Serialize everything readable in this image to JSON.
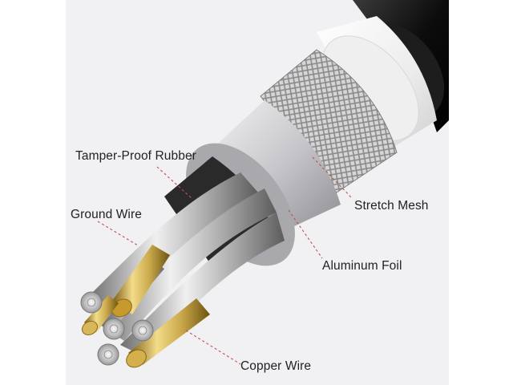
{
  "labels": {
    "tamper_proof_rubber": "Tamper-Proof Rubber",
    "ground_wire": "Ground Wire",
    "stretch_mesh": "Stretch Mesh",
    "aluminum_foil": "Aluminum Foil",
    "copper_wire": "Copper Wire"
  },
  "colors": {
    "panel_background": "#f1f1f3",
    "outer_jacket": "#141414",
    "white_insulation": "#f4f4f4",
    "mesh": "#9a9a9a",
    "foil": "#cfcfd2",
    "gold_wire": "#c9a84a",
    "leader_line": "#c0504d"
  }
}
